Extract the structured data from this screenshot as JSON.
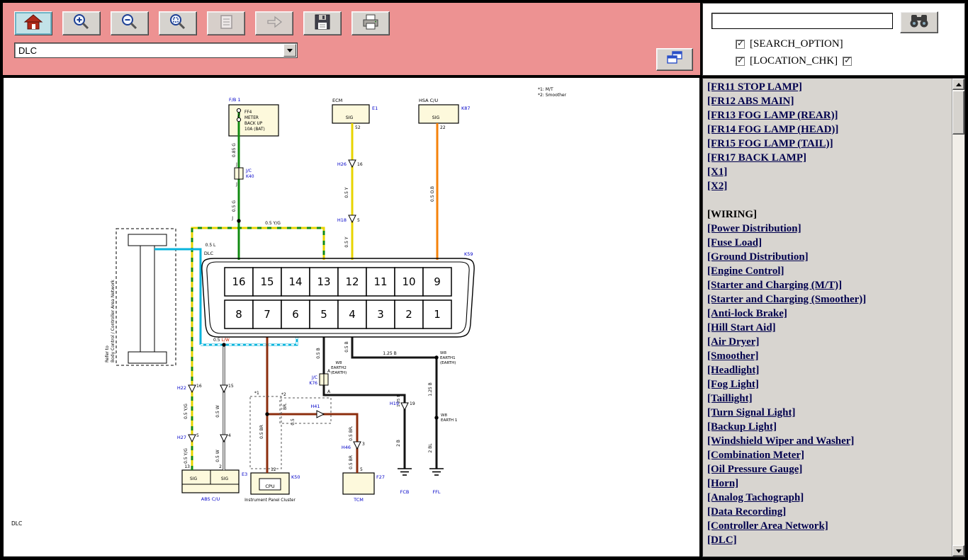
{
  "app": {
    "header_color": "#ed9292",
    "ref_label_color": "#0000c8",
    "wire_colors": {
      "green": "#118a11",
      "yellow": "#e8d400",
      "orange": "#f5820a",
      "cyan": "#0ab4dc",
      "brown": "#8c2d0d",
      "black": "#141414",
      "red_accent": "#cc2200"
    }
  },
  "toolbar": {
    "dropdown_value": "DLC",
    "buttons": [
      {
        "name": "home",
        "enabled": true,
        "active": true
      },
      {
        "name": "zoom-in",
        "enabled": true
      },
      {
        "name": "zoom-out",
        "enabled": true
      },
      {
        "name": "zoom-area",
        "enabled": true
      },
      {
        "name": "fit-page",
        "enabled": false
      },
      {
        "name": "forward",
        "enabled": false
      },
      {
        "name": "save",
        "enabled": true
      },
      {
        "name": "print",
        "enabled": true
      }
    ]
  },
  "search_panel": {
    "query_value": "",
    "search_option_label": "[SEARCH_OPTION]",
    "location_chk_label": "[LOCATION_CHK]"
  },
  "sidebar": {
    "items": [
      {
        "label": "[FR11 STOP LAMP]",
        "type": "link"
      },
      {
        "label": "[FR12 ABS MAIN]",
        "type": "link"
      },
      {
        "label": "[FR13 FOG LAMP (REAR)]",
        "type": "link"
      },
      {
        "label": "[FR14 FOG LAMP (HEAD)]",
        "type": "link"
      },
      {
        "label": "[FR15 FOG LAMP (TAIL)]",
        "type": "link"
      },
      {
        "label": "[FR17 BACK LAMP]",
        "type": "link"
      },
      {
        "label": "[X1]",
        "type": "link"
      },
      {
        "label": "[X2]",
        "type": "link"
      },
      {
        "label": "",
        "type": "blank"
      },
      {
        "label": "[WIRING]",
        "type": "header"
      },
      {
        "label": "[Power Distribution]",
        "type": "link"
      },
      {
        "label": "[Fuse Load]",
        "type": "link"
      },
      {
        "label": "[Ground Distribution]",
        "type": "link"
      },
      {
        "label": "[Engine Control]",
        "type": "link"
      },
      {
        "label": "[Starter and Charging (M/T)]",
        "type": "link"
      },
      {
        "label": "[Starter and Charging (Smoother)]",
        "type": "link"
      },
      {
        "label": "[Anti-lock Brake]",
        "type": "link"
      },
      {
        "label": "[Hill Start Aid]",
        "type": "link"
      },
      {
        "label": "[Air Dryer]",
        "type": "link"
      },
      {
        "label": "[Smoother]",
        "type": "link"
      },
      {
        "label": "[Headlight]",
        "type": "link"
      },
      {
        "label": "[Fog Light]",
        "type": "link"
      },
      {
        "label": "[Taillight]",
        "type": "link"
      },
      {
        "label": "[Turn Signal Light]",
        "type": "link"
      },
      {
        "label": "[Backup Light]",
        "type": "link"
      },
      {
        "label": "[Windshield Wiper and Washer]",
        "type": "link"
      },
      {
        "label": "[Combination Meter]",
        "type": "link"
      },
      {
        "label": "[Oil Pressure Gauge]",
        "type": "link"
      },
      {
        "label": "[Horn]",
        "type": "link"
      },
      {
        "label": "[Analog Tachograph]",
        "type": "link"
      },
      {
        "label": "[Data Recording]",
        "type": "link"
      },
      {
        "label": "[Controller Area Network]",
        "type": "link"
      },
      {
        "label": "[DLC]",
        "type": "link"
      }
    ]
  },
  "diagram": {
    "corner_label": "DLC",
    "notes": {
      "n1": "*1: M/T",
      "n2": "*2: Smoother"
    },
    "connector": {
      "label": "DLC",
      "ref": "K59",
      "top_pins": [
        "16",
        "15",
        "14",
        "13",
        "12",
        "11",
        "10",
        "9"
      ],
      "bottom_pins": [
        "8",
        "7",
        "6",
        "5",
        "4",
        "3",
        "2",
        "1"
      ]
    },
    "labels": {
      "fb1": "F/B 1",
      "fuse1": "FF4",
      "fuse2": "METER",
      "fuse3": "BACK UP",
      "fuse4": "10A (BAT)",
      "g085": "0.85 G",
      "j_top": "J",
      "jc40": "J/C",
      "k40": "K40",
      "j_bot": "J",
      "g05": "0.5 G",
      "j_mid": "J",
      "ecm": "ECM",
      "e1": "E1",
      "ecm_sig": "SIG",
      "ecm_pin": "52",
      "h26": "H26",
      "h26_pin": "16",
      "y05a": "0.5 Y",
      "h18": "H18",
      "h18_pin": "5",
      "y05b": "0.5 Y",
      "hsa": "HSA C/U",
      "k87": "K87",
      "hsa_sig": "SIG",
      "hsa_pin": "22",
      "ob05": "0.5 O.B",
      "yg_h": "0.5 Y/G",
      "l05": "0.5 L",
      "lw_a": "0.5",
      "lw_b": "L/W",
      "refer1": "Refer to",
      "refer2": "Body Control / Controller Area Network",
      "yg_v1": "0.5 Y/G",
      "yg_v2": "0.5 Y/G",
      "w_v1": "0.5 W",
      "w_v2": "0.5 W",
      "h22": "H22",
      "h22_p1": "16",
      "h22_p2": "15",
      "h27": "H27",
      "h27_p1": "5",
      "h27_p2": "4",
      "abs_p1": "13",
      "abs_p2": "2",
      "abs_sig1": "SIG",
      "abs_sig2": "SIG",
      "e3": "E3",
      "abs_name": "ABS C/U",
      "star1": "*1",
      "star2": "*2",
      "br_v1": "0.5 BR",
      "br_ha": "BR.",
      "br_hb": "0.5",
      "h41": "H41",
      "br_v2a": "0.5 BR.",
      "h46": "H46",
      "h46_pin": "3",
      "br_v2b": "0.5 BR",
      "ipc_pin": "12",
      "cpu": "CPU",
      "k50": "K50",
      "ipc_name": "Instrument Panel Cluster",
      "tcm_pin": "5",
      "f27": "F27",
      "tcm_name": "TCM",
      "b05a": "0.5 B",
      "b05b": "0.5 B",
      "a_top": "A",
      "jc76": "J/C",
      "k76": "K76",
      "a_bot": "A",
      "e2_1": "W8",
      "e2_2": "EARTH2",
      "e2_3": "(EARTH)",
      "b125_h": "1.25 B",
      "e1_1": "W8",
      "e1_2": "EARTH1",
      "e1_3": "(EARTH)",
      "b125_v1": "1.25 B",
      "h19": "H19",
      "h19_pin": "19",
      "b2": "2 B",
      "b125_v2": "1.25 B",
      "e1b_1": "W8",
      "e1b_2": "EARTH 1",
      "b2l": "2 BL",
      "fcb": "FCB",
      "ffl": "FFL"
    }
  }
}
